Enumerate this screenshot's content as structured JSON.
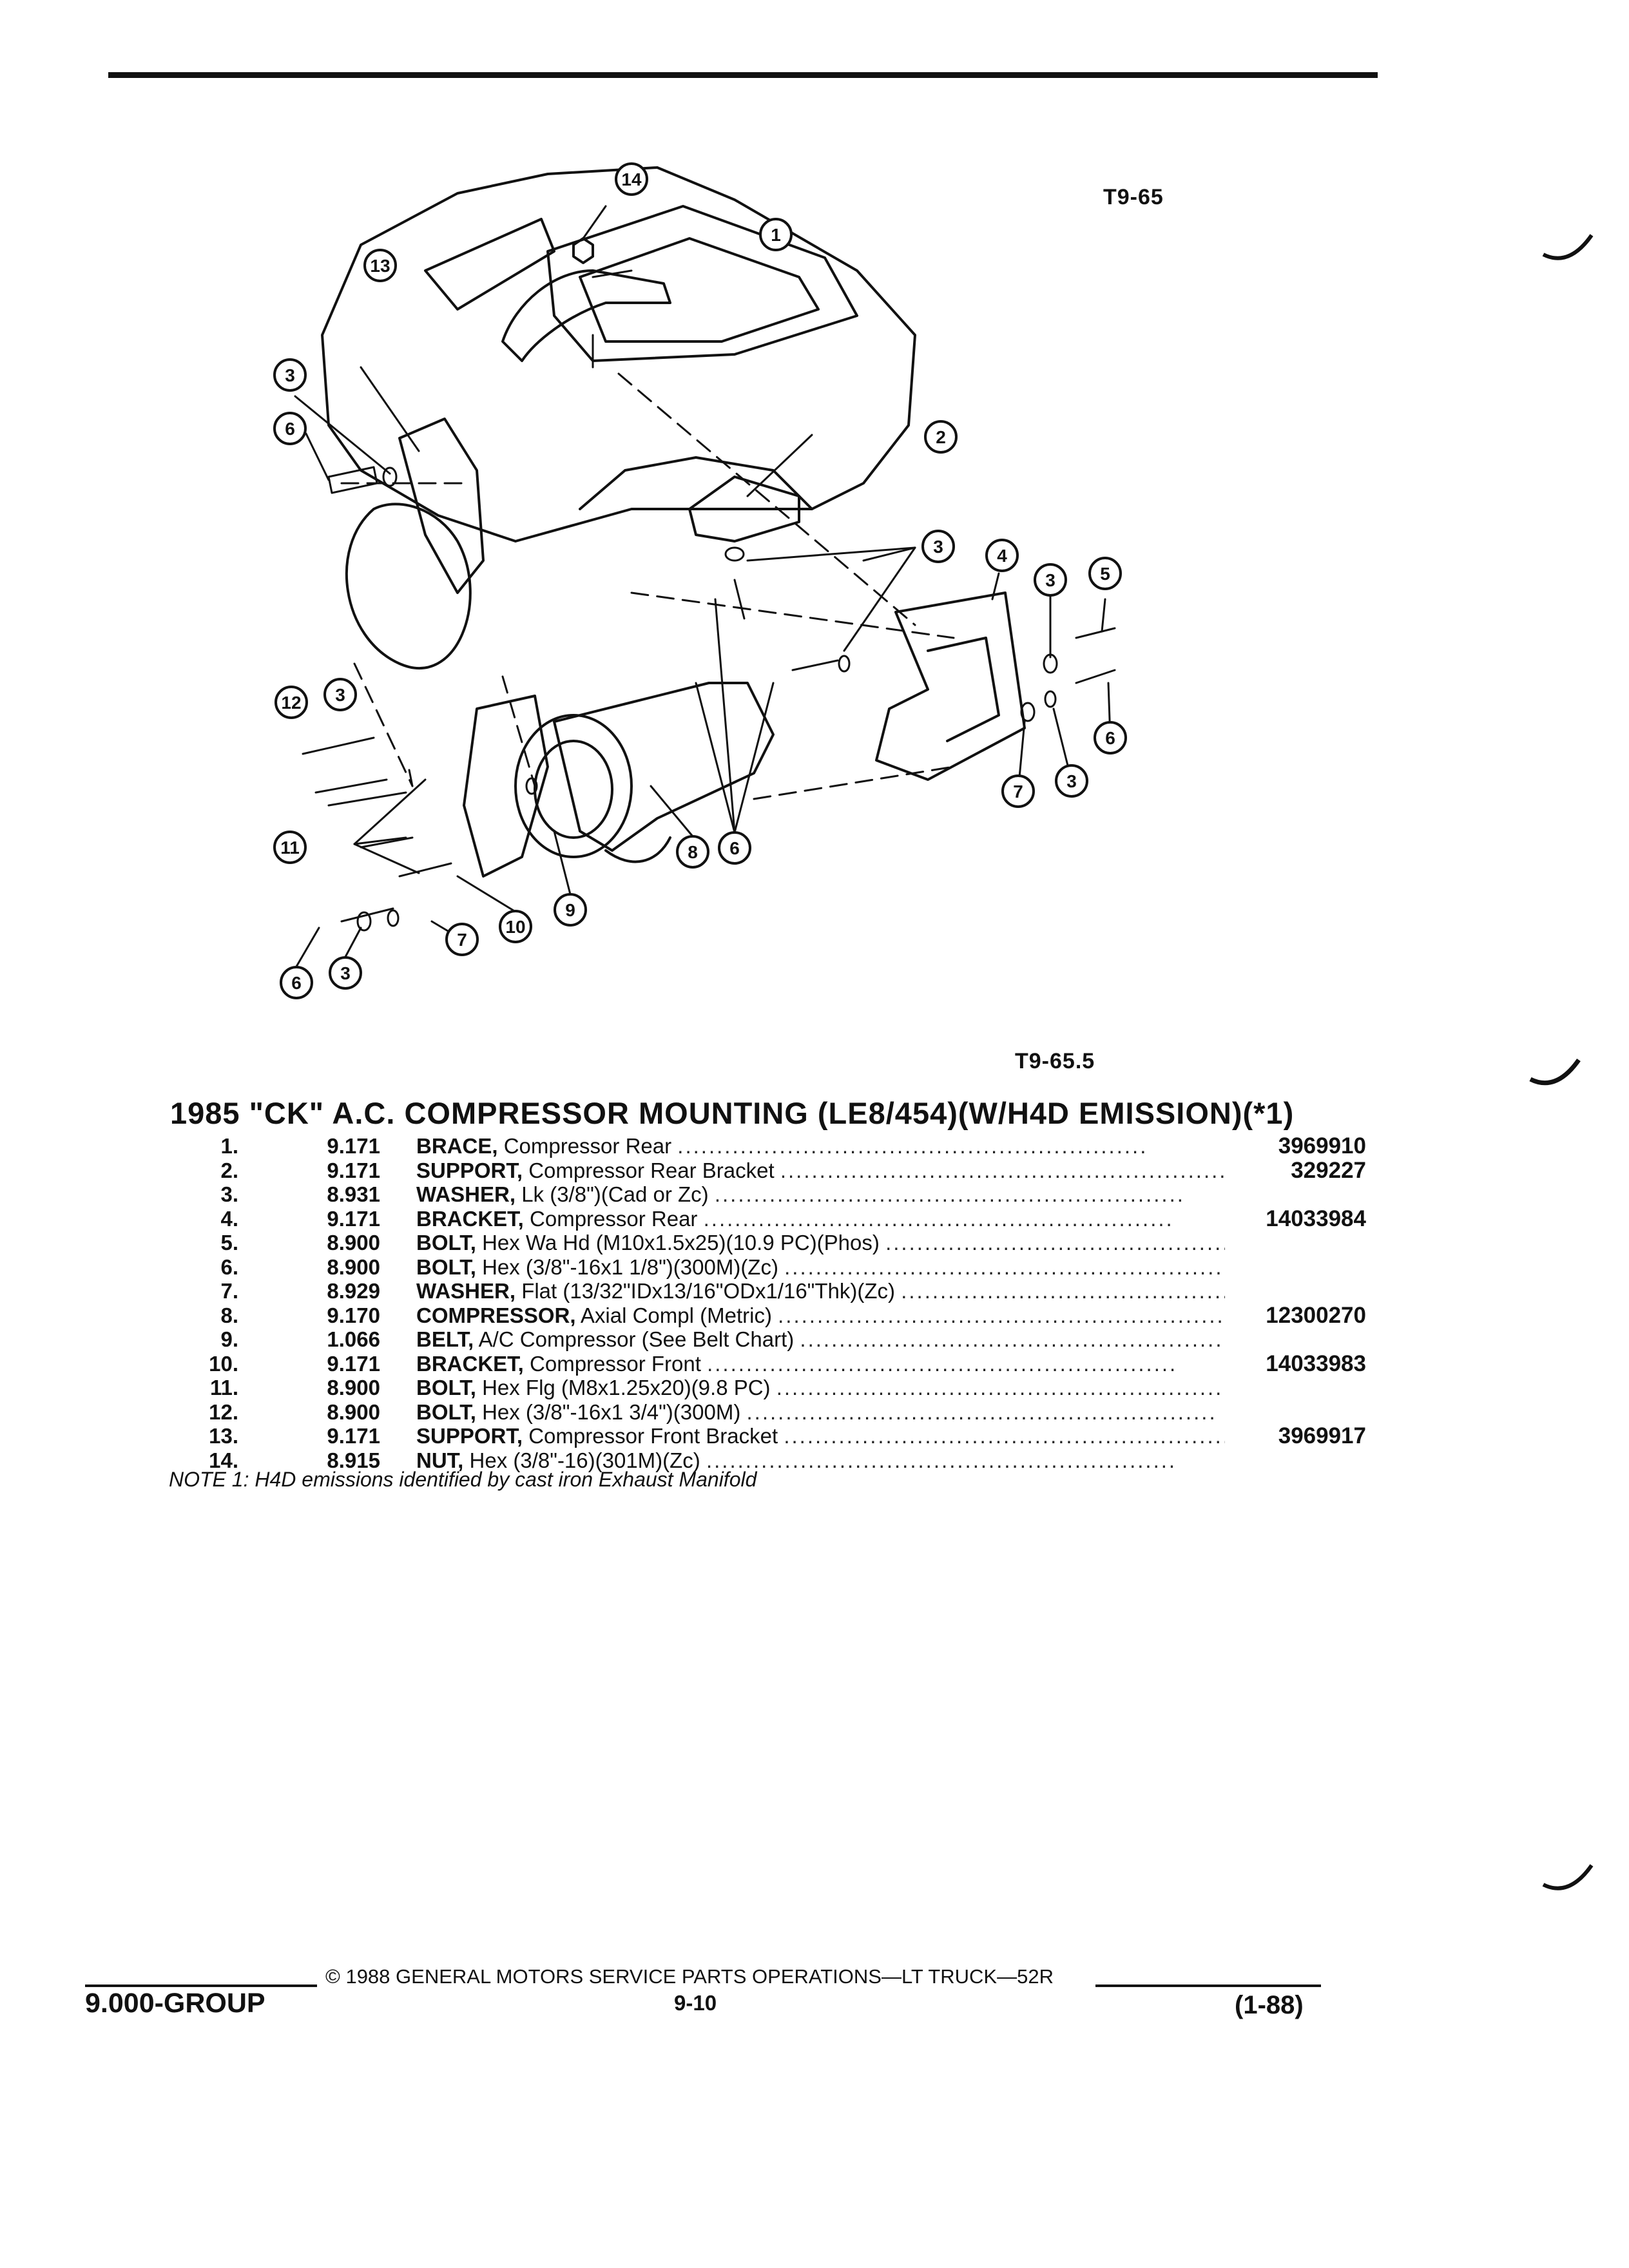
{
  "figure_refs": {
    "top": "T9-65",
    "bottom": "T9-65.5"
  },
  "callouts": [
    "1",
    "2",
    "3",
    "4",
    "5",
    "6",
    "7",
    "8",
    "9",
    "10",
    "11",
    "12",
    "13",
    "14"
  ],
  "title": "1985 \"CK\" A.C. COMPRESSOR MOUNTING (LE8/454)(W/H4D EMISSION)(*1)",
  "parts": [
    {
      "num": "1.",
      "group": "9.171",
      "name": "BRACE,",
      "desc": "Compressor Rear",
      "part_no": "3969910"
    },
    {
      "num": "2.",
      "group": "9.171",
      "name": "SUPPORT,",
      "desc": "Compressor Rear Bracket",
      "part_no": "329227"
    },
    {
      "num": "3.",
      "group": "8.931",
      "name": "WASHER,",
      "desc": "Lk (3/8\")(Cad or Zc)",
      "part_no": ""
    },
    {
      "num": "4.",
      "group": "9.171",
      "name": "BRACKET,",
      "desc": "Compressor Rear",
      "part_no": "14033984"
    },
    {
      "num": "5.",
      "group": "8.900",
      "name": "BOLT,",
      "desc": "Hex Wa Hd (M10x1.5x25)(10.9 PC)(Phos)",
      "part_no": ""
    },
    {
      "num": "6.",
      "group": "8.900",
      "name": "BOLT,",
      "desc": "Hex (3/8\"-16x1 1/8\")(300M)(Zc)",
      "part_no": ""
    },
    {
      "num": "7.",
      "group": "8.929",
      "name": "WASHER,",
      "desc": "Flat (13/32\"IDx13/16\"ODx1/16\"Thk)(Zc)",
      "part_no": ""
    },
    {
      "num": "8.",
      "group": "9.170",
      "name": "COMPRESSOR,",
      "desc": "Axial Compl (Metric)",
      "part_no": "12300270"
    },
    {
      "num": "9.",
      "group": "1.066",
      "name": "BELT,",
      "desc": "A/C Compressor (See Belt Chart)",
      "part_no": ""
    },
    {
      "num": "10.",
      "group": "9.171",
      "name": "BRACKET,",
      "desc": "Compressor Front",
      "part_no": "14033983"
    },
    {
      "num": "11.",
      "group": "8.900",
      "name": "BOLT,",
      "desc": "Hex Flg (M8x1.25x20)(9.8 PC)",
      "part_no": ""
    },
    {
      "num": "12.",
      "group": "8.900",
      "name": "BOLT,",
      "desc": "Hex (3/8\"-16x1 3/4\")(300M)",
      "part_no": ""
    },
    {
      "num": "13.",
      "group": "9.171",
      "name": "SUPPORT,",
      "desc": "Compressor Front Bracket",
      "part_no": "3969917"
    },
    {
      "num": "14.",
      "group": "8.915",
      "name": "NUT,",
      "desc": "Hex (3/8\"-16)(301M)(Zc)",
      "part_no": ""
    }
  ],
  "note": "NOTE 1: H4D emissions identified by cast iron Exhaust Manifold",
  "footer": {
    "copyright": "© 1988 GENERAL MOTORS SERVICE PARTS OPERATIONS—LT TRUCK—52R",
    "group": "9.000-GROUP",
    "page": "9-10",
    "date": "(1-88)"
  }
}
